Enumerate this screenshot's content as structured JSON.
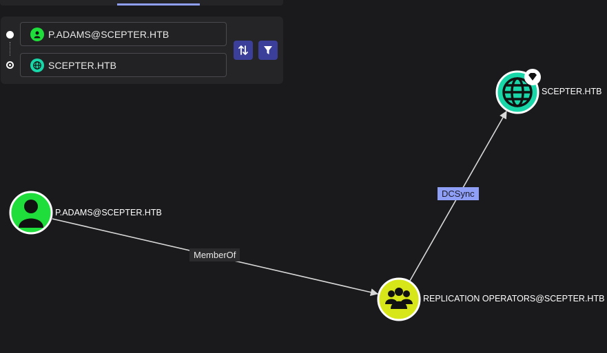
{
  "pathfinding": {
    "start_value": "P.ADAMS@SCEPTER.HTB",
    "end_value": "SCEPTER.HTB"
  },
  "graph": {
    "nodes": {
      "user": {
        "label": "P.ADAMS@SCEPTER.HTB",
        "color": "#1fde3c",
        "icon": "user-icon"
      },
      "group": {
        "label": "REPLICATION OPERATORS@SCEPTER.HTB",
        "color": "#d7e618",
        "icon": "group-icon"
      },
      "domain": {
        "label": "SCEPTER.HTB",
        "color": "#19d6a8",
        "icon": "globe-icon",
        "badge": "diamond-icon"
      }
    },
    "edges": {
      "member_of": "MemberOf",
      "dcsync": "DCSync"
    }
  },
  "colors": {
    "accent": "#8f9ff5",
    "button": "#3b3f9a",
    "background": "#1a1a1c"
  }
}
